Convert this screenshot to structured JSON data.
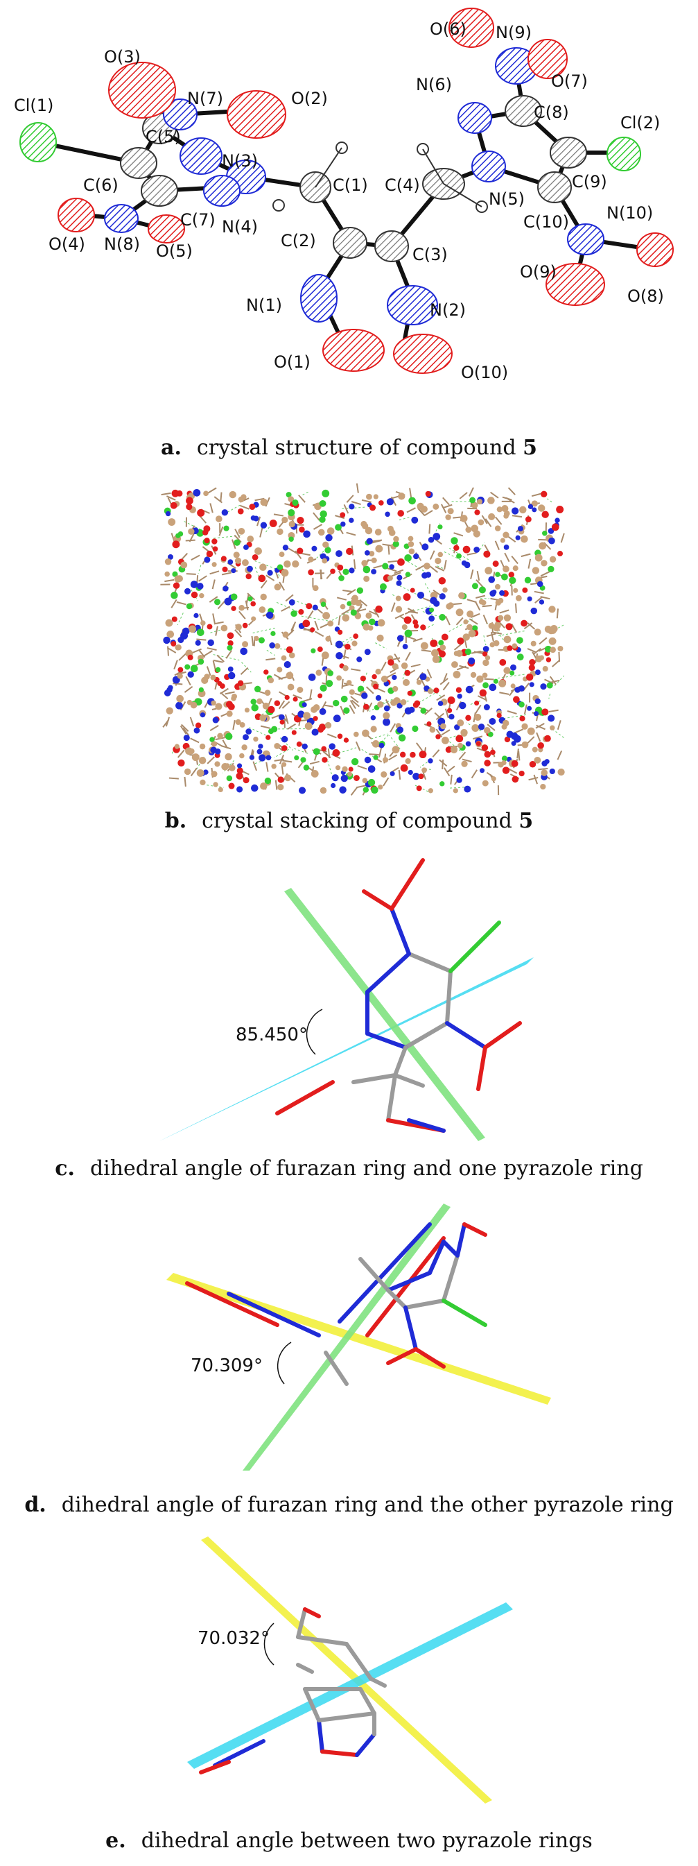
{
  "panels": {
    "a": {
      "letter": "a.",
      "caption": "crystal structure of compound",
      "compound": "5",
      "atoms": {
        "o3": "O(3)",
        "n7": "N(7)",
        "o2": "O(2)",
        "cl1": "Cl(1)",
        "c5": "C(5)",
        "n3": "N(3)",
        "c1": "C(1)",
        "c4": "C(4)",
        "c6": "C(6)",
        "c7": "C(7)",
        "n4": "N(4)",
        "n8": "N(8)",
        "o4": "O(4)",
        "o5": "O(5)",
        "c2": "C(2)",
        "c3": "C(3)",
        "n1": "N(1)",
        "n2": "N(2)",
        "o1": "O(1)",
        "o10": "O(10)",
        "o6": "O(6)",
        "n9": "N(9)",
        "o7": "O(7)",
        "n6": "N(6)",
        "c8": "C(8)",
        "cl2": "Cl(2)",
        "n5": "N(5)",
        "c9": "C(9)",
        "c10": "C(10)",
        "n10": "N(10)",
        "o9": "O(9)",
        "o8": "O(8)"
      }
    },
    "b": {
      "letter": "b.",
      "caption": "crystal stacking of compound",
      "compound": "5"
    },
    "c": {
      "letter": "c.",
      "caption": "dihedral angle of furazan ring and one pyrazole ring",
      "angle": "85.450°"
    },
    "d": {
      "letter": "d.",
      "caption": "dihedral angle of furazan ring and the other pyrazole ring",
      "angle": "70.309°"
    },
    "e": {
      "letter": "e.",
      "caption": "dihedral angle between two pyrazole rings",
      "angle": "70.032°"
    }
  },
  "colors": {
    "oxygen": "#e21d1d",
    "nitrogen": "#1f2bd6",
    "carbon": "#9a9a9a",
    "chlorine": "#33cc33",
    "plane_cyan": "#38d8f0",
    "plane_green": "#7fe27f",
    "plane_yellow": "#f2ef3c",
    "packing_carbon": "#c9a27a"
  }
}
